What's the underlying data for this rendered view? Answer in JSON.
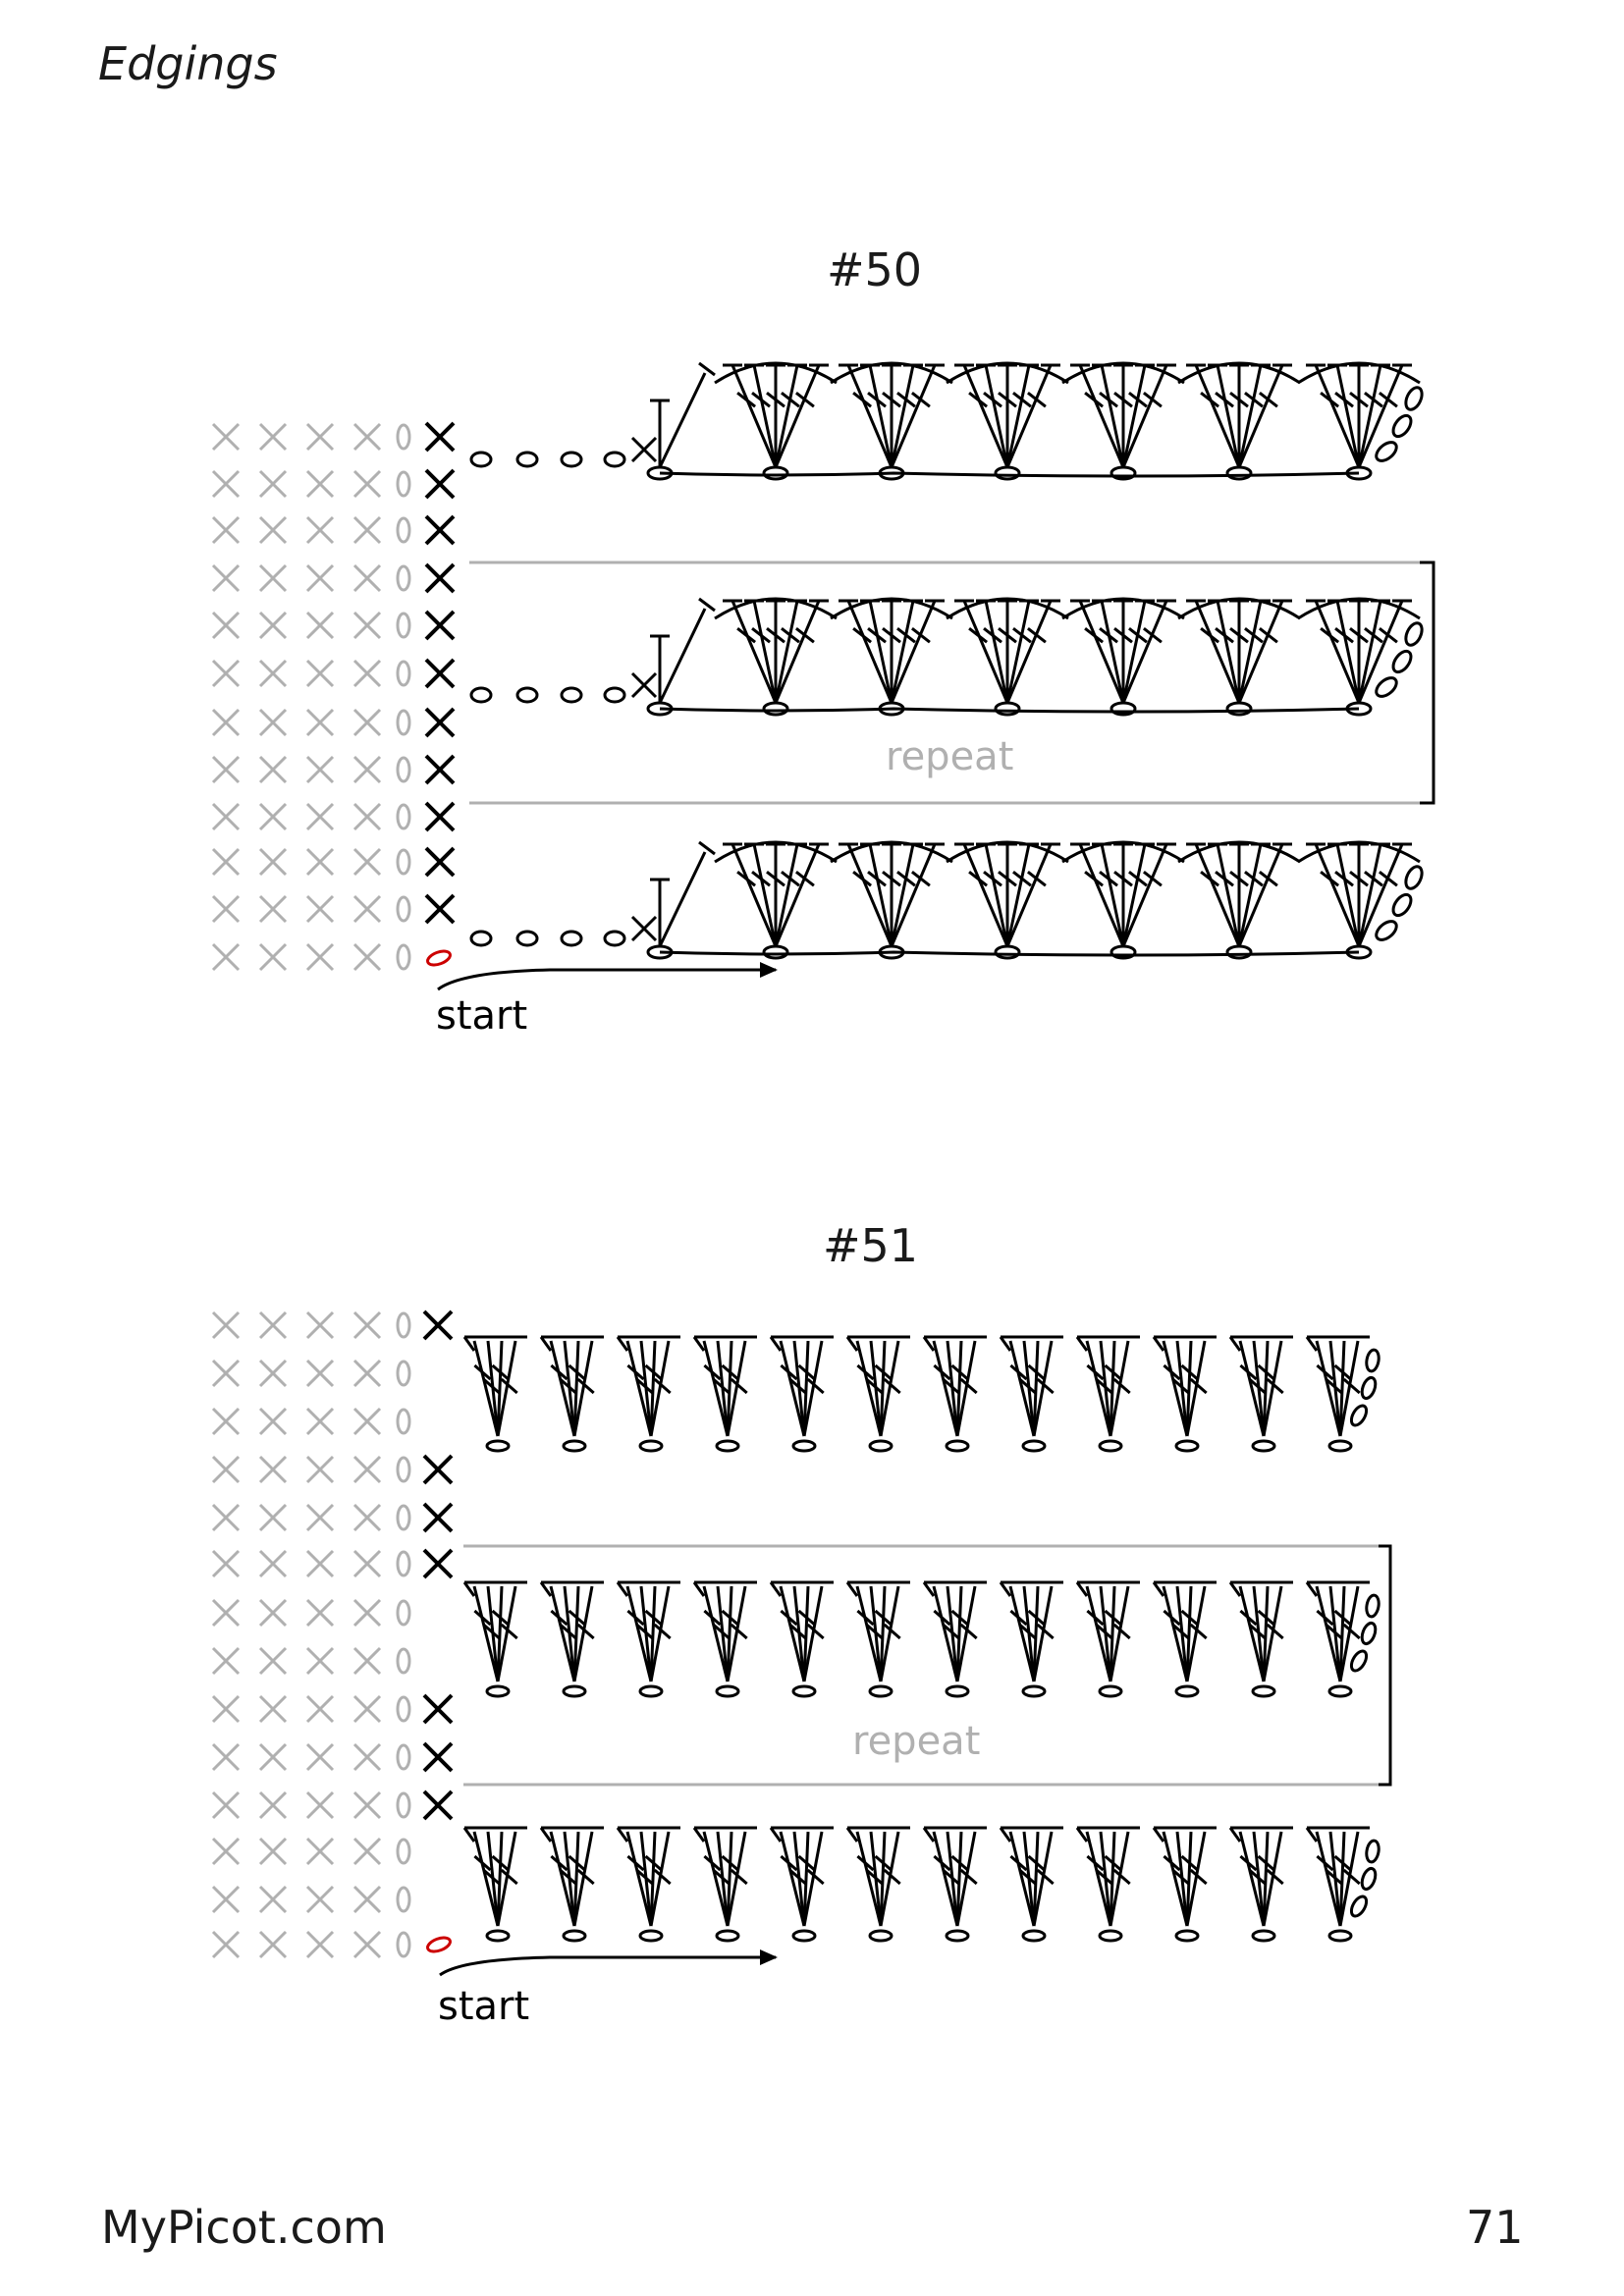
{
  "page": {
    "header": "Edgings",
    "site": "MyPicot.com",
    "page_number": "71"
  },
  "patterns": [
    {
      "id": "#50",
      "start_label": "start",
      "repeat_label": "repeat"
    },
    {
      "id": "#51",
      "start_label": "start",
      "repeat_label": "repeat"
    }
  ],
  "colors": {
    "stitch": "#000000",
    "foundation": "#b0b0b0",
    "start_chain": "#cc0000",
    "repeat_line": "#b0b0b0"
  },
  "symbols": [
    "sc-x-icon",
    "chain-oval-icon",
    "dc-fan-icon",
    "foundation-stitch-icon"
  ]
}
